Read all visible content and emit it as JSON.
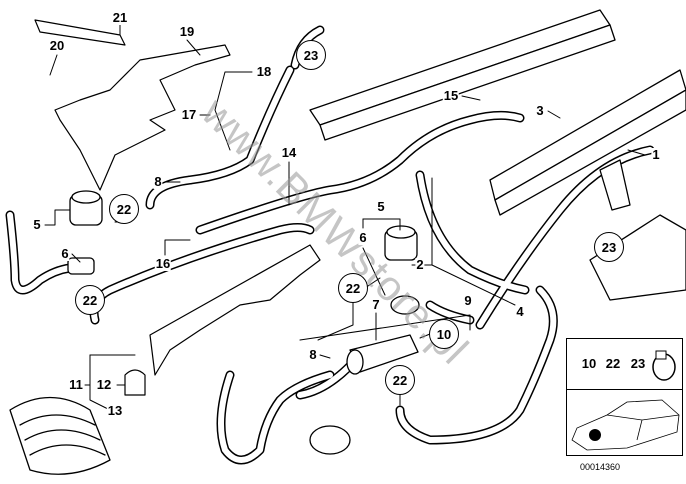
{
  "diagram_id": "00014360",
  "watermark": "www.BMWstore.pl",
  "callouts": {
    "c21": "21",
    "c20": "20",
    "c19": "19",
    "c18": "18",
    "c23a": "23",
    "c17": "17",
    "c15": "15",
    "c3": "3",
    "c1": "1",
    "c14": "14",
    "c8a": "8",
    "c22a": "22",
    "c5a": "5",
    "c6a": "6",
    "c16": "16",
    "c5b": "5",
    "c6b": "6",
    "c2": "2",
    "c23b": "23",
    "c22b": "22",
    "c22c": "22",
    "c7": "7",
    "c9": "9",
    "c4": "4",
    "c10": "10",
    "c8b": "8",
    "c11": "11",
    "c12": "12",
    "c13": "13",
    "c22d": "22"
  },
  "inset": {
    "labels": [
      "10",
      "22",
      "23"
    ]
  }
}
